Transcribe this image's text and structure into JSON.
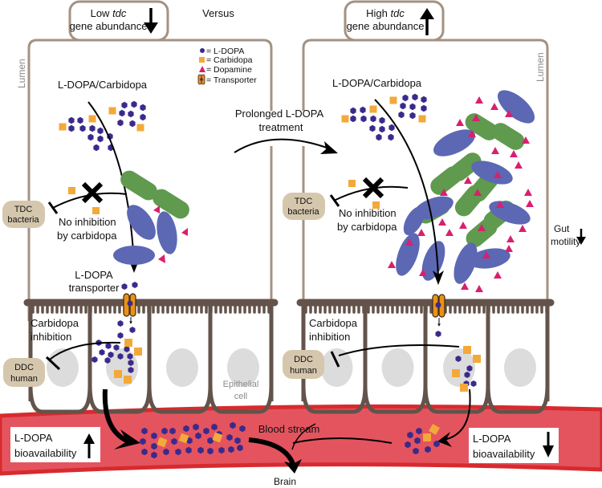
{
  "colors": {
    "ldopa": "#3a2a8c",
    "carbidopa": "#f3a93a",
    "dopamine": "#d8206f",
    "transporter": "#e8921a",
    "bacteria_green": "#5f9a4e",
    "bacteria_blue": "#5c68b3",
    "lumen_border": "#a39282",
    "epithelium": "#63534a",
    "nucleus": "#dcdcdc",
    "blood": "#e4545f",
    "blood_edge": "#d82a2e",
    "enzyme_box": "#d5c7ad"
  },
  "header": {
    "left": {
      "line1_prefix": "Low ",
      "line1_italic": "tdc",
      "line2": "gene abundance",
      "arrow": "down-arrow"
    },
    "middle": "Versus",
    "right": {
      "line1_prefix": "High ",
      "line1_italic": "tdc",
      "line2": "gene abundance",
      "arrow": "up-arrow"
    }
  },
  "legend": [
    {
      "symbol": "L-DOPA",
      "label": "= L-DOPA"
    },
    {
      "symbol": "Carbidopa",
      "label": "= Carbidopa"
    },
    {
      "symbol": "Dopamine",
      "label": "= Dopamine"
    },
    {
      "symbol": "Transporter",
      "label": "= Transporter"
    }
  ],
  "left_panel": {
    "lumen_label": "Lumen",
    "drug_label": "L-DOPA/Carbidopa",
    "enzyme_box": {
      "line1": "TDC",
      "line2": "bacteria"
    },
    "no_inhibition": {
      "line1": "No inhibition",
      "line2": "by carbidopa"
    },
    "transporter_label": {
      "line1": "L-DOPA",
      "line2": "transporter"
    },
    "carbidopa_inhibition": {
      "line1": "Carbidopa",
      "line2": "inhibition"
    },
    "ddc_box": {
      "line1": "DDC",
      "line2": "human"
    },
    "epithelial_label": {
      "line1": "Epithelial",
      "line2": "cell"
    },
    "bioavailability": {
      "line1": "L-DOPA",
      "line2": "bioavailability",
      "arrow": "up-arrow"
    }
  },
  "transition": {
    "line1": "Prolonged L-DOPA",
    "line2": "treatment"
  },
  "right_panel": {
    "lumen_label": "Lumen",
    "drug_label": "L-DOPA/Carbidopa",
    "enzyme_box": {
      "line1": "TDC",
      "line2": "bacteria"
    },
    "no_inhibition": {
      "line1": "No inhibition",
      "line2": "by carbidopa"
    },
    "gut_motility": {
      "line1": "Gut",
      "line2": "motility",
      "arrow": "down-arrow"
    },
    "carbidopa_inhibition": {
      "line1": "Carbidopa",
      "line2": "inhibition"
    },
    "ddc_box": {
      "line1": "DDC",
      "line2": "human"
    },
    "bioavailability": {
      "line1": "L-DOPA",
      "line2": "bioavailability",
      "arrow": "down-arrow"
    }
  },
  "blood_stream_label": "Blood stream",
  "brain_label": "Brain"
}
